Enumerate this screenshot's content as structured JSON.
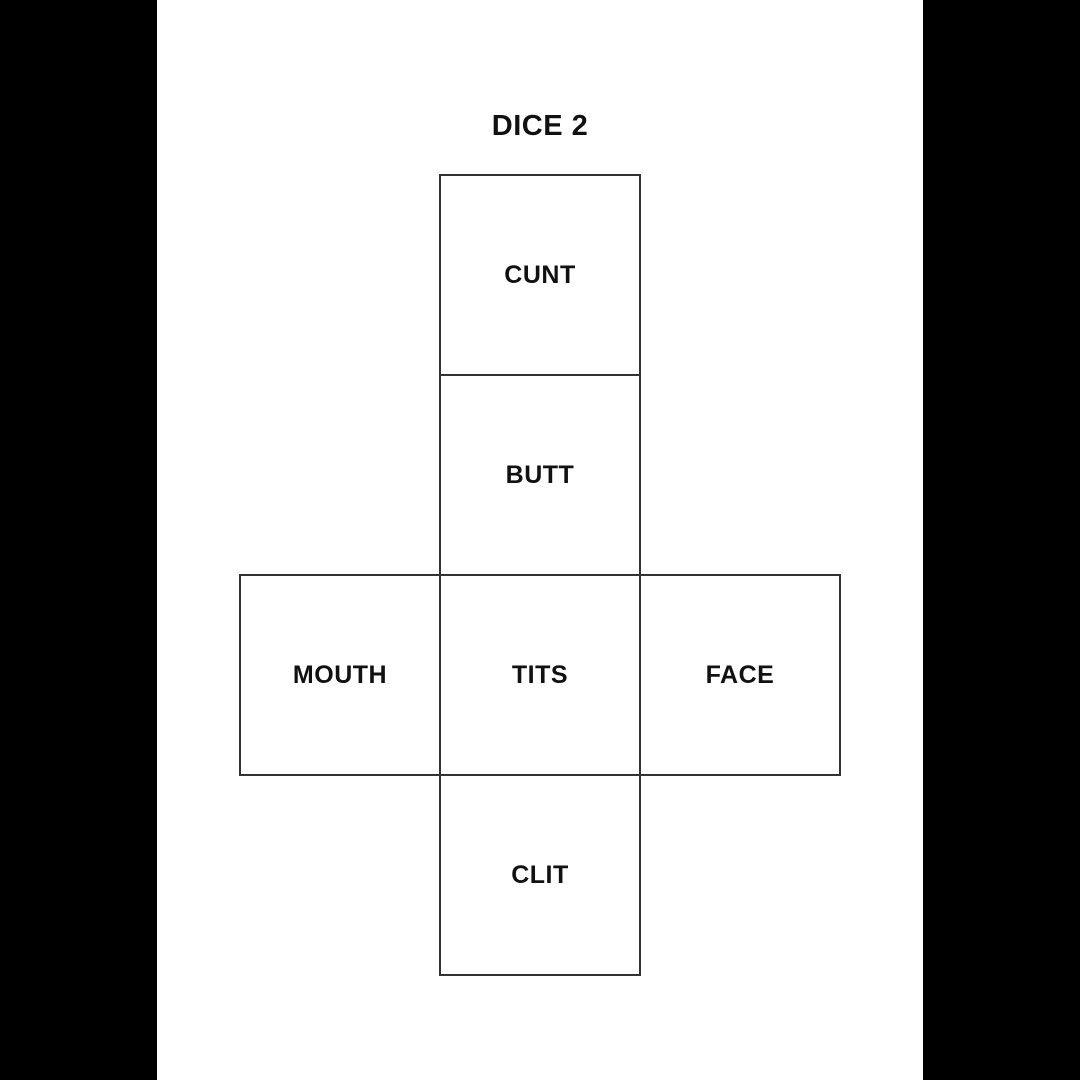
{
  "page": {
    "title": "DICE 2"
  },
  "net": {
    "description": "unfolded cube dice template, cross layout",
    "faces": [
      {
        "label": "CUNT",
        "position": "column-top"
      },
      {
        "label": "BUTT",
        "position": "column-upper-middle"
      },
      {
        "label": "MOUTH",
        "position": "row-left"
      },
      {
        "label": "TITS",
        "position": "row-center"
      },
      {
        "label": "FACE",
        "position": "row-right"
      },
      {
        "label": "CLIT",
        "position": "column-bottom"
      }
    ]
  },
  "colors": {
    "letterbox": "#000000",
    "paper": "#ffffff",
    "line": "#333333",
    "ink": "#111111"
  }
}
